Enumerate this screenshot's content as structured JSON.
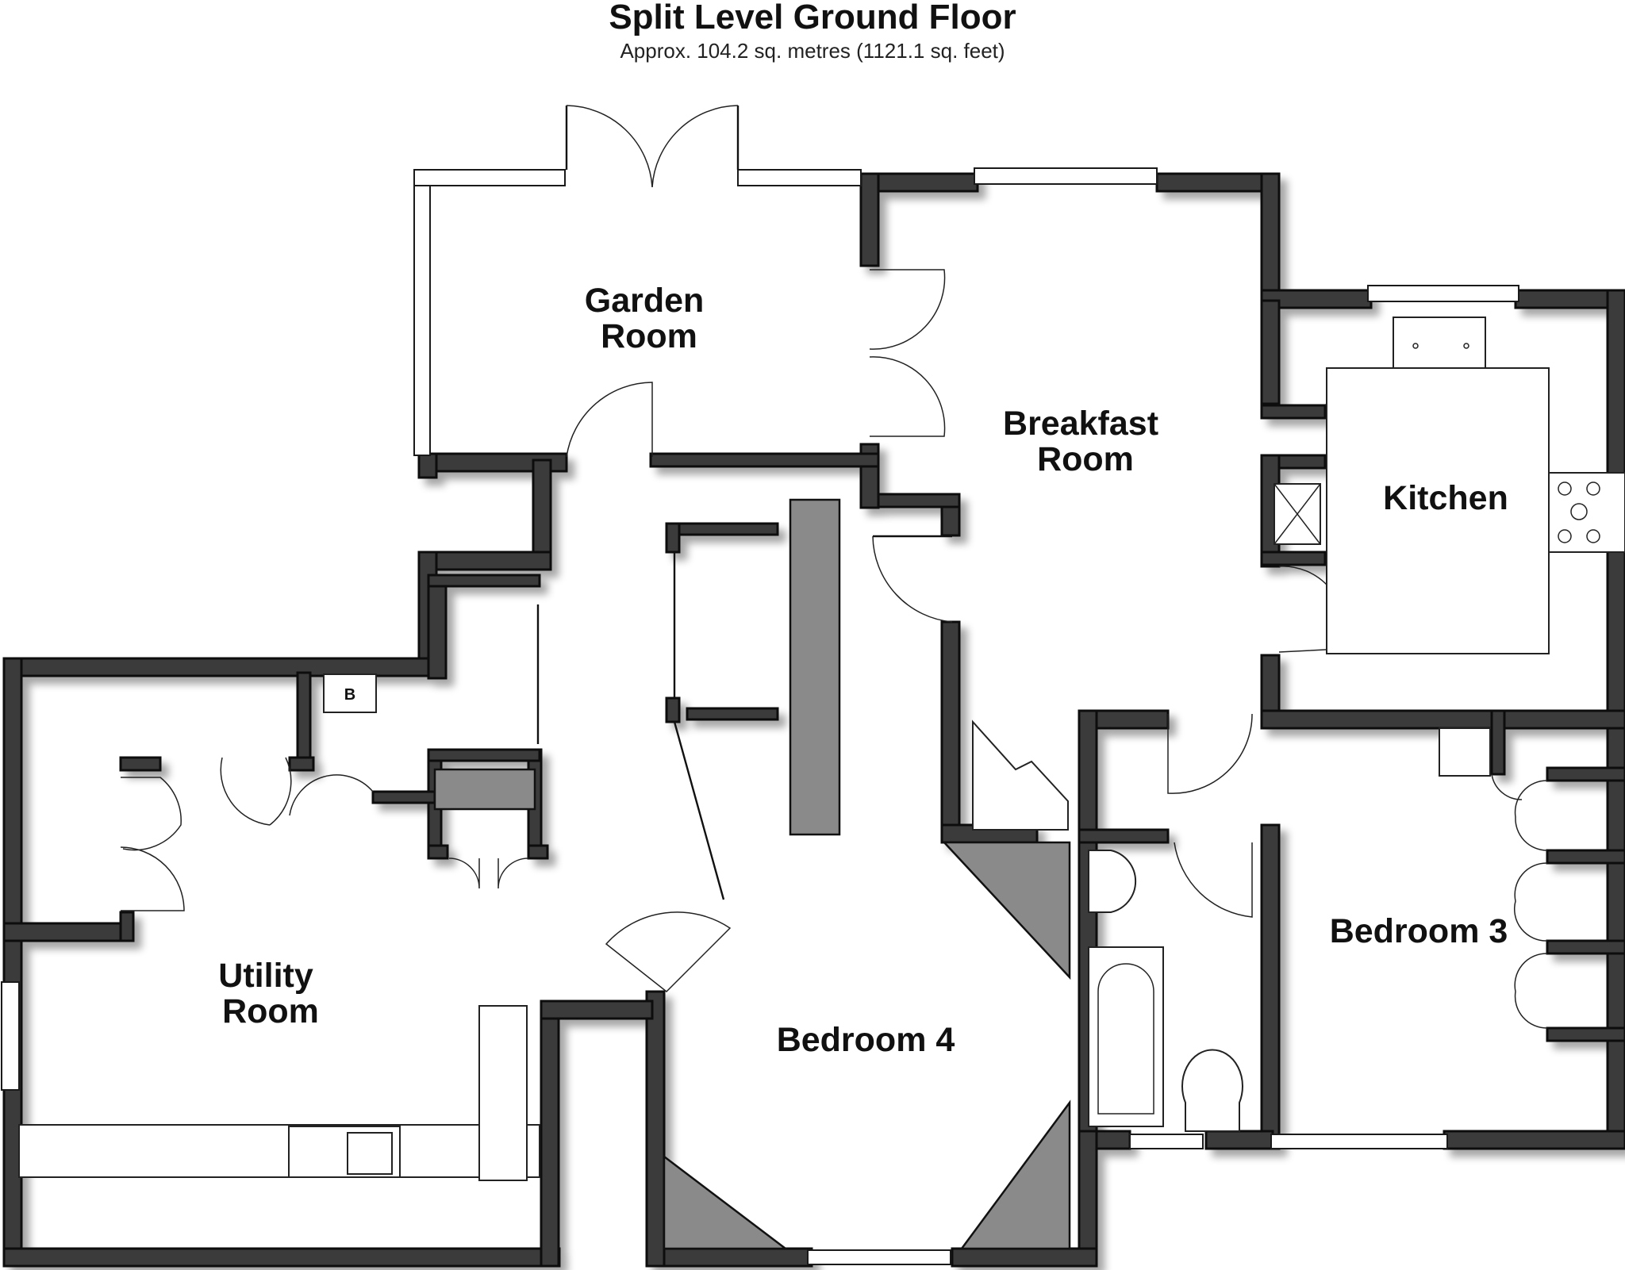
{
  "header": {
    "title": "Split Level Ground Floor",
    "subtitle": "Approx. 104.2 sq. metres (1121.1 sq. feet)"
  },
  "rooms": {
    "garden_room": [
      "Garden",
      "Room"
    ],
    "breakfast_room": [
      "Breakfast",
      "Room"
    ],
    "kitchen": [
      "Kitchen"
    ],
    "utility_room": [
      "Utility",
      "Room"
    ],
    "bedroom_4": [
      "Bedroom 4"
    ],
    "bedroom_3": [
      "Bedroom 3"
    ]
  },
  "fixtures": {
    "boiler_label": "B"
  }
}
